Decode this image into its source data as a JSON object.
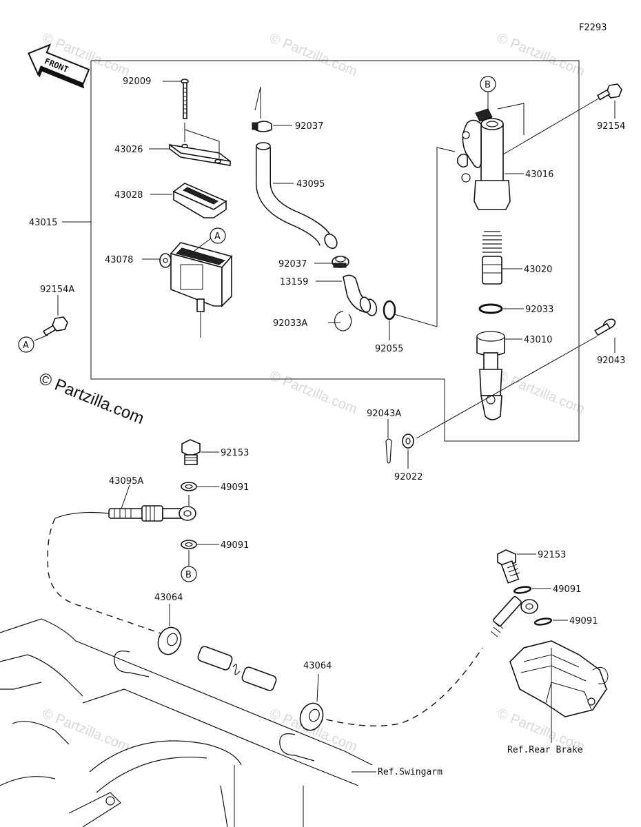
{
  "figure_code": "F2293",
  "front_label": "FRONT",
  "watermark": "© Partzilla.com",
  "watermark_main": "© Partzilla.com",
  "labels": {
    "p92009": "92009",
    "p43026": "43026",
    "p43028": "43028",
    "p43015": "43015",
    "p43078": "43078",
    "p92037a": "92037",
    "p43095": "43095",
    "p92037b": "92037",
    "p13159": "13159",
    "p92033A": "92033A",
    "p92055": "92055",
    "p92154": "92154",
    "p43016": "43016",
    "p43020": "43020",
    "p92033": "92033",
    "p43010": "43010",
    "p92043": "92043",
    "p92154A": "92154A",
    "p92043A": "92043A",
    "p92022": "92022",
    "p92153a": "92153",
    "p49091a": "49091",
    "p43095A": "43095A",
    "p49091b": "49091",
    "p43064a": "43064",
    "p43064b": "43064",
    "p92153b": "92153",
    "p49091c": "49091",
    "p49091d": "49091"
  },
  "callouts": {
    "A": "A",
    "B": "B"
  },
  "references": {
    "swingarm": "Ref.Swingarm",
    "rear_brake": "Ref.Rear Brake"
  }
}
